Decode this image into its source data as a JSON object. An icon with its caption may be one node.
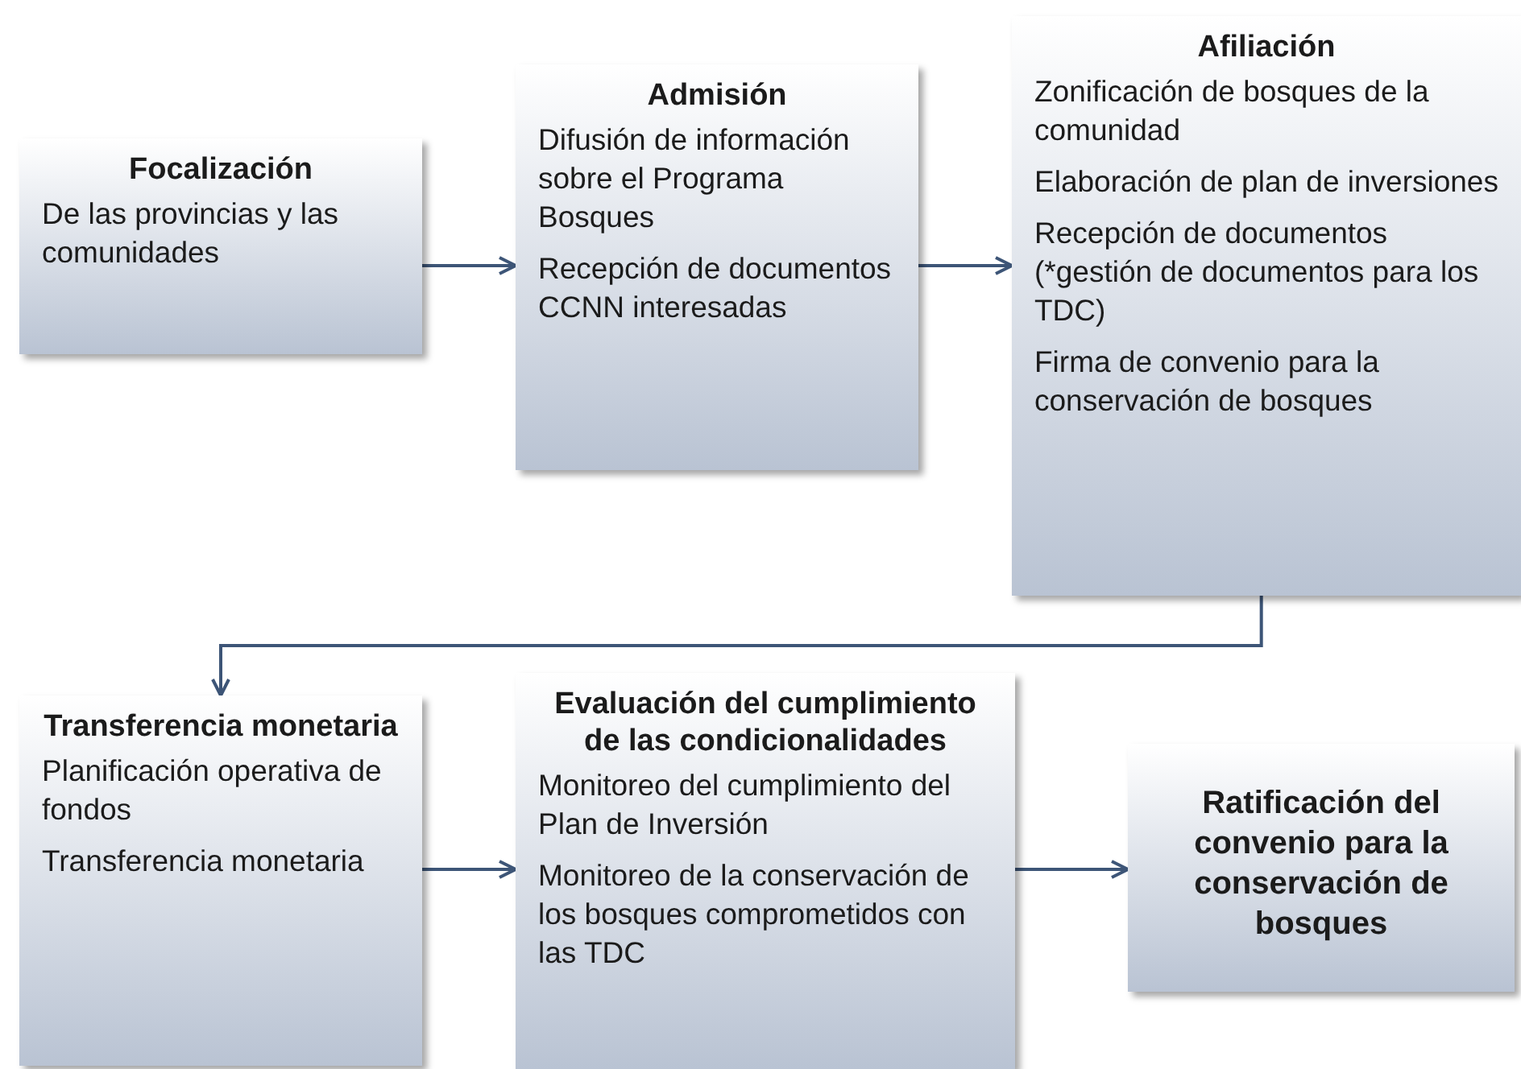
{
  "diagram": {
    "nodes": [
      {
        "text": [
          "Focalización",
          "De las provincias y las comunidades"
        ]
      },
      {
        "text": [
          "Admisión",
          "Difusión de información sobre el Programa Bosques",
          "Recepción de documentos CCNN interesadas"
        ]
      },
      {
        "text": [
          "Afiliación",
          "Zonificación de bosques de la comunidad",
          "Elaboración de plan de inversiones",
          "Recepción de documentos (*gestión de documentos para los TDC)",
          "Firma de convenio para la conservación de bosques"
        ]
      },
      {
        "text": [
          "Transferencia monetaria",
          "Planificación operativa de fondos",
          "Transferencia monetaria"
        ]
      },
      {
        "text": [
          "Evaluación del cumplimiento de las condicionalidades",
          "Monitoreo del cumplimiento del Plan de Inversión",
          "Monitoreo de la conservación de los bosques comprometidos con las TDC"
        ]
      },
      {
        "text": [
          "Ratificación del convenio para la conservación de bosques"
        ]
      }
    ],
    "edges": [
      {
        "from": 0,
        "to": 1,
        "arrow": "to"
      },
      {
        "from": 1,
        "to": 2,
        "arrow": "to"
      },
      {
        "from": 2,
        "to": 3,
        "arrow": "to"
      },
      {
        "from": 3,
        "to": 4,
        "arrow": "to"
      },
      {
        "from": 4,
        "to": 5,
        "arrow": "to"
      }
    ]
  }
}
